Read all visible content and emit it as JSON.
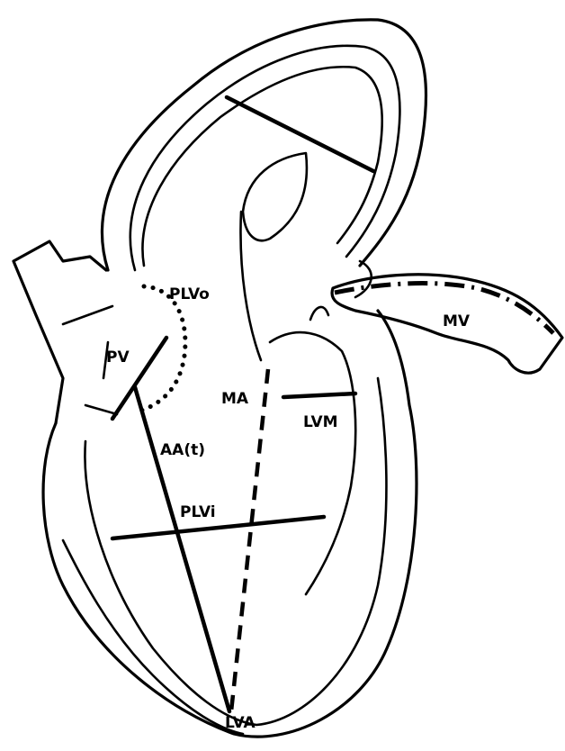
{
  "labels": {
    "plvo": "PLVo",
    "pv": "PV",
    "mv": "MV",
    "ma": "MA",
    "lvm": "LVM",
    "aa": "AA(t)",
    "plvi": "PLVi",
    "lva": "LVA"
  }
}
